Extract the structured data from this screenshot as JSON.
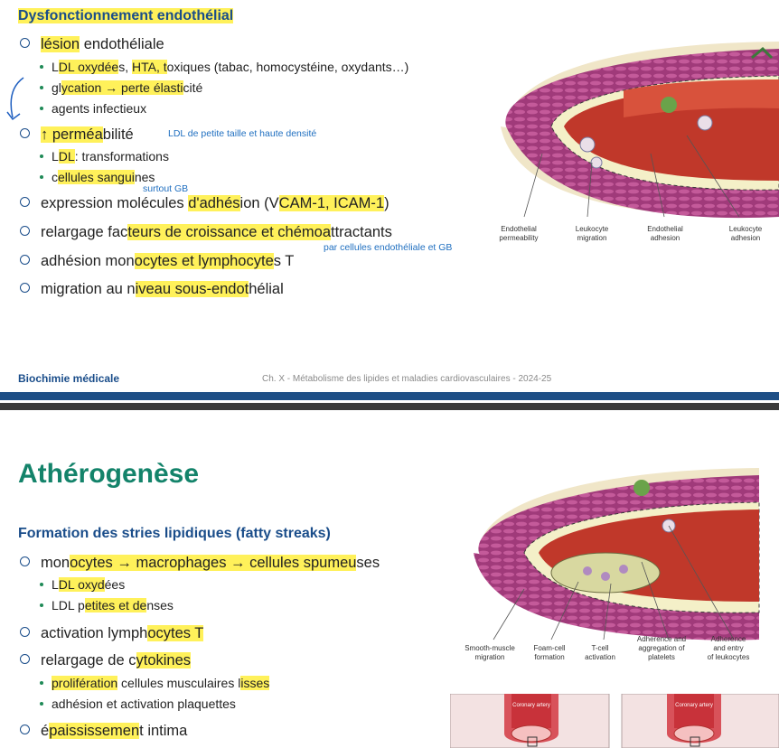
{
  "slide1": {
    "heading": "Dysfonctionnement endothélial",
    "items": [
      {
        "pre": "",
        "hl": "lé",
        "mid": "",
        "hl2": "sion",
        "post": " endothéliale"
      },
      {
        "pre": "",
        "hl": "↑ perméa",
        "post": "bilité"
      },
      {
        "pre": "expression molécules ",
        "hl": "d'adhés",
        "mid": "ion (V",
        "hl2": "CAM-1, ICAM-1",
        "post": ")"
      },
      {
        "pre": "relargage fac",
        "hl": "teurs de croissance et chémoa",
        "post": "ttractants"
      },
      {
        "pre": "adhésion mon",
        "hl": "ocytes et lymphocyte",
        "post": "s T"
      },
      {
        "pre": "migration au n",
        "hl": "iveau sous-endot",
        "post": "hélial"
      }
    ],
    "sub1": [
      {
        "pre": "L",
        "hl": "DL oxydée",
        "mid": "s, ",
        "hl2": "HTA, t",
        "post": "oxiques (tabac, homocystéine, oxydants…)"
      },
      {
        "pre": "gl",
        "hl": "ycation → perte élasti",
        "post": "cité"
      },
      {
        "pre": "agents infectieux",
        "hl": "",
        "post": ""
      }
    ],
    "sub2": [
      {
        "pre": "L",
        "hl": "DL",
        "post": ": transformations"
      },
      {
        "pre": "c",
        "hl": "ellules sangui",
        "post": "nes"
      }
    ],
    "notes": {
      "ldl": "LDL de petite taille et haute densité",
      "gb": "surtout GB",
      "cells": "par cellules endothéliale et GB"
    },
    "captions": [
      [
        "Endothelial",
        "permeability"
      ],
      [
        "Leukocyte",
        "migration"
      ],
      [
        "Endothelial",
        "adhesion"
      ],
      [
        "Leukocyte",
        "adhesion"
      ]
    ],
    "footer_left": "Biochimie médicale",
    "footer_mid": "Ch. X - Métabolisme des lipides et maladies cardiovasculaires - 2024-25"
  },
  "slide2": {
    "title": "Athérogenèse",
    "heading": "Formation des stries lipidiques (fatty streaks)",
    "items": [
      {
        "pre": "mon",
        "hl": "ocytes → macrophages → cellules spumeu",
        "post": "ses"
      },
      {
        "pre": "activation lymph",
        "hl": "ocytes T",
        "post": ""
      },
      {
        "pre": "relargage de c",
        "hl": "ytokines",
        "post": ""
      },
      {
        "pre": "é",
        "hl": "paississemen",
        "post": "t intima"
      }
    ],
    "sub1": [
      {
        "pre": "L",
        "hl": "DL oxyd",
        "post": "ées"
      },
      {
        "pre": "LDL p",
        "hl": "etites et de",
        "post": "nses"
      }
    ],
    "sub3": [
      {
        "pre": "",
        "hl": "prolifération",
        "mid": " cellules musculaires l",
        "hl2": "isses",
        "post": ""
      },
      {
        "pre": "adhésion et activation plaquettes",
        "hl": "",
        "post": ""
      }
    ],
    "captions": [
      [
        "Smooth-muscle",
        "migration"
      ],
      [
        "Foam-cell",
        "formation"
      ],
      [
        "T-cell",
        "activation"
      ],
      [
        "Adherence and",
        "aggregation of",
        "platelets"
      ],
      [
        "Adherence",
        "and entry",
        "of leukocytes"
      ]
    ],
    "inset_labels": [
      "Coronary artery",
      "Coronary artery"
    ]
  },
  "colors": {
    "highlight": "#fff15a",
    "heading_blue": "#1a4d8a",
    "title_green": "#13836a",
    "note_blue": "#1f6fc0"
  }
}
